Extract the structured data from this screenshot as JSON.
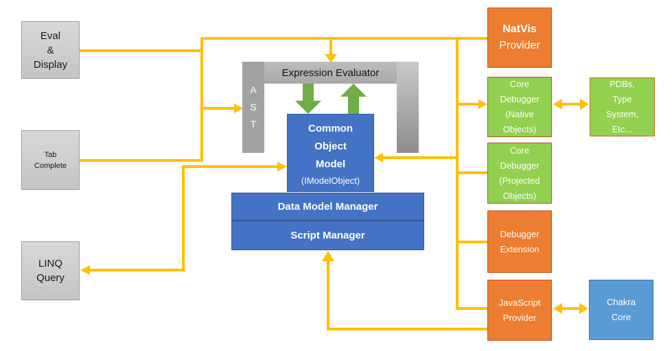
{
  "colors": {
    "connector_yellow": "#FFC000",
    "arrow_green": "#70AD47",
    "blue_box": "#4472C4",
    "light_blue_box": "#5B9BD5",
    "orange_box": "#ED7D31",
    "green_box": "#92D050",
    "gray_box": "#CDCDCD",
    "gray_bar": "#A6A6A6"
  },
  "boxes": {
    "eval_display": "Eval\n&\nDisplay",
    "tab_complete": "Tab\nComplete",
    "linq_query": "LINQ\nQuery",
    "ast": "A\nS\nT",
    "expression_evaluator": "Expression Evaluator",
    "com_title": "Common\nObject\nModel",
    "com_subtitle": "(IModelObject)",
    "data_model_manager": "Data Model Manager",
    "script_manager": "Script Manager",
    "natvis_title": "NatVis",
    "natvis_subtitle": "Provider",
    "core_debugger_native": "Core\nDebugger\n(Native\nObjects)",
    "pdbs_type_system": "PDBs,\nType\nSystem,\nEtc...",
    "core_debugger_projected": "Core\nDebugger\n(Projected\nObjects)",
    "debugger_extension": "Debugger\nExtension",
    "javascript_provider": "JavaScript\nProvider",
    "chakra_core": "Chakra\nCore"
  }
}
